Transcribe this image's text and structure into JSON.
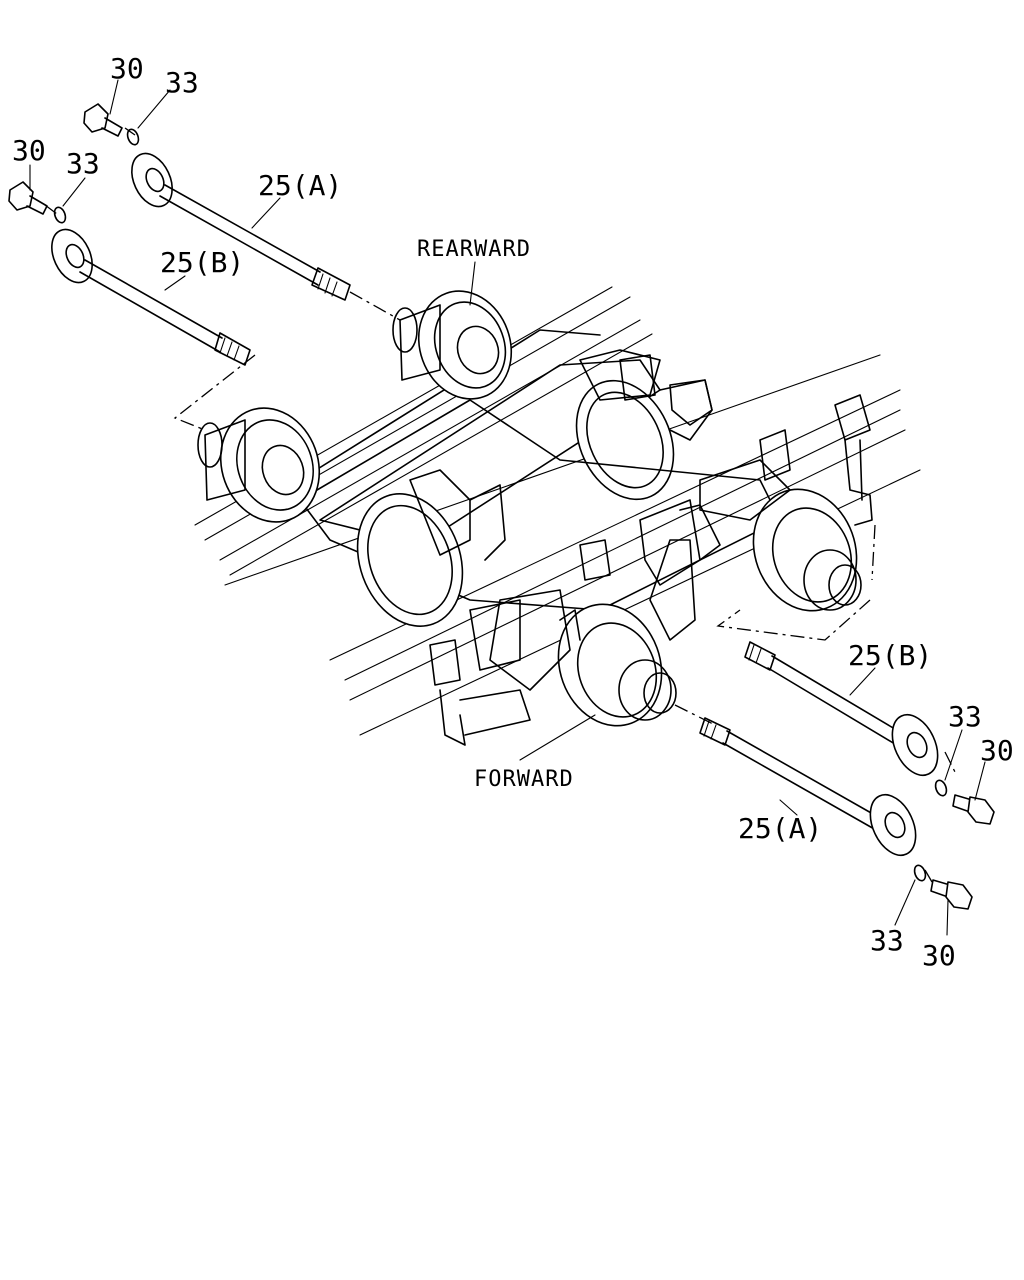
{
  "labels": {
    "rearward": "REARWARD",
    "forward": "FORWARD",
    "callouts": {
      "bolt_tl_a": "30",
      "ring_tl_a": "33",
      "bolt_tl_b": "30",
      "ring_tl_b": "33",
      "shaft_tl_a": "25(A)",
      "shaft_tl_b": "25(B)",
      "shaft_br_b": "25(B)",
      "ring_br_b": "33",
      "bolt_br_b": "30",
      "shaft_br_a": "25(A)",
      "ring_br_a": "33",
      "bolt_br_a": "30"
    }
  }
}
